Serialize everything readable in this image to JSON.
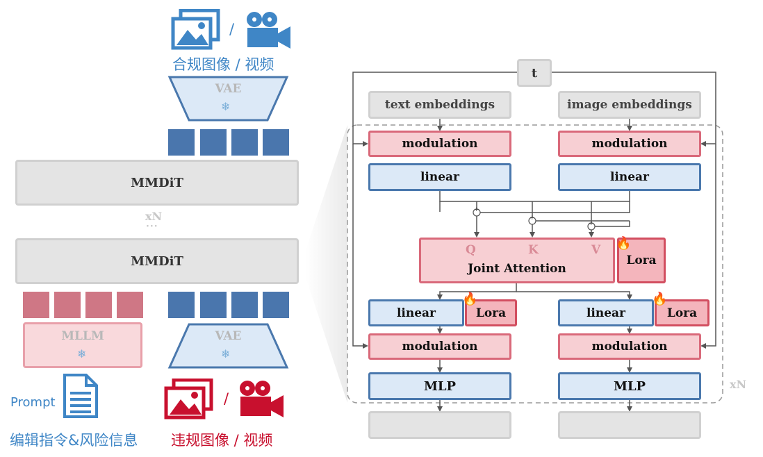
{
  "left": {
    "top_output": "合规图像 / 视频",
    "slash": "/",
    "vae_top": "VAE",
    "mmdit_top": "MMDiT",
    "repeat": "xN",
    "dots": "···",
    "mmdit_bottom": "MMDiT",
    "mllm": "MLLM",
    "vae_bottom": "VAE",
    "prompt": "Prompt",
    "input_text": "编辑指令&风险信息",
    "bottom_output": "违规图像 / 视频",
    "slash2": "/"
  },
  "right": {
    "t": "t",
    "text_embeddings": "text embeddings",
    "image_embeddings": "image embeddings",
    "modulation": "modulation",
    "linear": "linear",
    "q": "Q",
    "k": "K",
    "v": "V",
    "joint_attention": "Joint Attention",
    "lora": "Lora",
    "mlp": "MLP",
    "repeat": "xN",
    "plus": "+"
  },
  "colors": {
    "accent_blue": "#3f86c6",
    "accent_red": "#c8102e",
    "module_blue": "#4a76ad",
    "module_pink": "#d9697a"
  },
  "icons": [
    "image-icon",
    "video-camera-icon",
    "document-icon",
    "snowflake-icon",
    "fire-icon"
  ]
}
